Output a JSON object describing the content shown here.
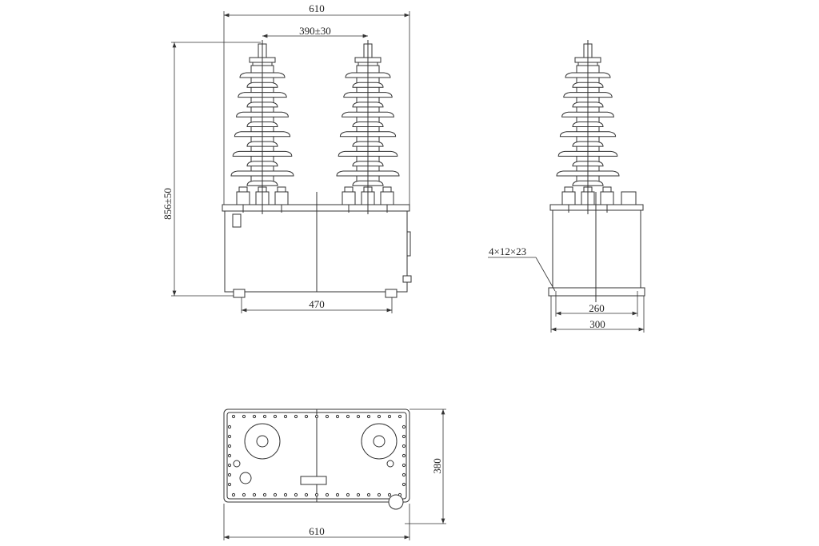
{
  "drawing": {
    "front_view": {
      "overall_width": "610",
      "terminal_spacing": "390±30",
      "overall_height": "856±50",
      "foot_spacing": "470"
    },
    "side_view": {
      "mounting_holes": "4×12×23",
      "hole_spacing": "260",
      "base_width": "300"
    },
    "top_view": {
      "width": "610",
      "depth": "380"
    }
  }
}
